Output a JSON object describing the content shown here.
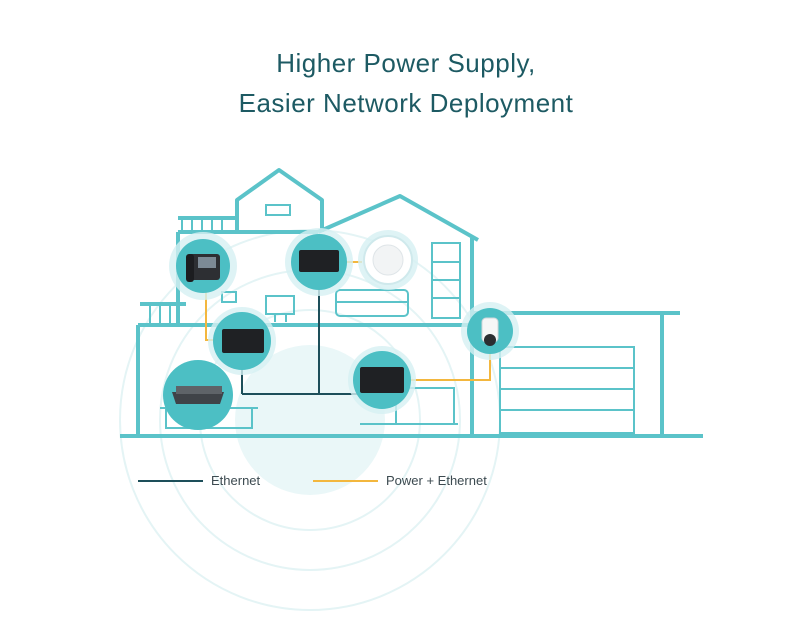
{
  "title": {
    "line1": "Higher Power Supply,",
    "line2": "Easier Network Deployment"
  },
  "legend": [
    {
      "label": "Ethernet",
      "color": "#1d4f5a"
    },
    {
      "label": "Power + Ethernet",
      "color": "#f3b73e"
    }
  ],
  "colors": {
    "house_outline": "#5bc3c9",
    "device_circle": "#4cbfc4",
    "halo": "#dff3f4",
    "title": "#1d5a63"
  },
  "devices": [
    {
      "name": "ip-phone",
      "icon": "ip-phone-icon"
    },
    {
      "name": "poe-switch-upstairs",
      "icon": "switch-icon"
    },
    {
      "name": "ceiling-access-point",
      "icon": "access-point-icon"
    },
    {
      "name": "poe-switch-stair",
      "icon": "switch-icon"
    },
    {
      "name": "security-camera",
      "icon": "camera-icon"
    },
    {
      "name": "poe-switch-living-room",
      "icon": "switch-icon"
    },
    {
      "name": "desktop-switch",
      "icon": "desktop-switch-icon"
    }
  ]
}
